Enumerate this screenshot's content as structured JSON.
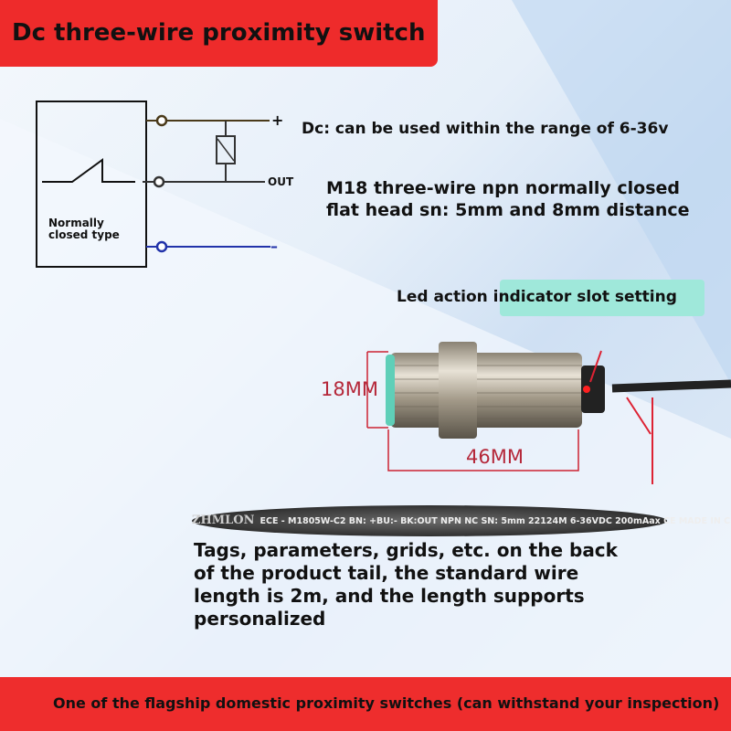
{
  "title": "Dc three-wire proximity switch",
  "diagram": {
    "plus": "+",
    "out": "OUT",
    "minus": "–",
    "type_label_1": "Normally",
    "type_label_2": "closed type"
  },
  "specs": {
    "voltage": "Dc: can be used within the range of 6-36v",
    "line1": "M18 three-wire npn normally closed",
    "line2": "flat head sn: 5mm and 8mm distance"
  },
  "led_label": "Led action indicator slot setting",
  "dimensions": {
    "diameter": "18MM",
    "length": "46MM"
  },
  "cable_print": {
    "brand": "ZHMLON",
    "text": "ECE - M1805W-C2 BN: +BU:- BK:OUT NPN NC SN: 5mm 22124M 6-36VDC 200mAax  CE MADE IN CHINA"
  },
  "description": [
    "Tags, parameters, grids, etc. on the back",
    "of the product tail, the standard wire",
    "length is 2m, and the length supports",
    "personalized"
  ],
  "footer": "One of the flagship domestic proximity switches (can withstand your inspection)",
  "colors": {
    "red": "#ee2b2b",
    "teal": "#9fe8da",
    "wire_blue": "#2233aa",
    "wire_brown": "#4a3a1a"
  }
}
